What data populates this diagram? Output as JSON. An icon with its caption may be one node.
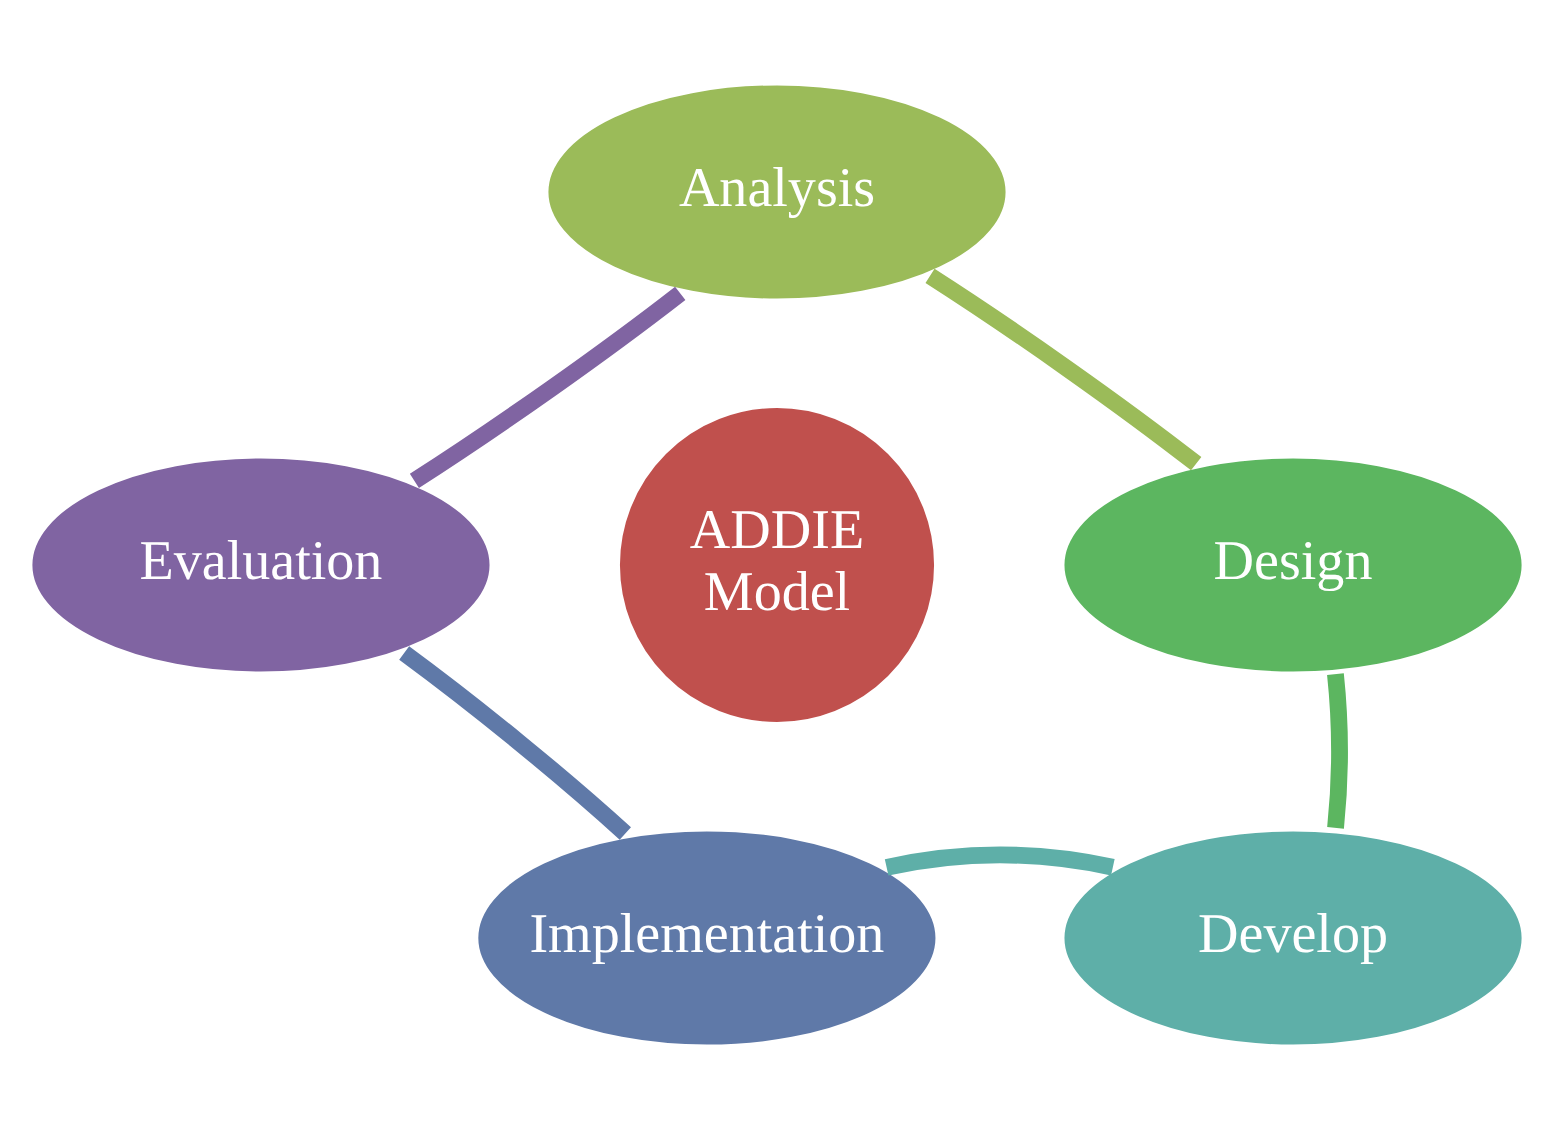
{
  "diagram": {
    "nodes": [
      {
        "text": [
          "Analysis"
        ]
      },
      {
        "text": [
          "Design"
        ]
      },
      {
        "text": [
          "Develop"
        ]
      },
      {
        "text": [
          "Implementation"
        ]
      },
      {
        "text": [
          "Evaluation"
        ]
      },
      {
        "text": [
          "ADDIE Model"
        ]
      }
    ],
    "edges": [
      {
        "from": 0,
        "to": 1,
        "arrow": "none",
        "color": "#9bbb59"
      },
      {
        "from": 1,
        "to": 2,
        "arrow": "none",
        "color": "#5cb660"
      },
      {
        "from": 2,
        "to": 3,
        "arrow": "none",
        "color": "#5eafa8"
      },
      {
        "from": 3,
        "to": 4,
        "arrow": "none",
        "color": "#5f79a8"
      },
      {
        "from": 4,
        "to": 0,
        "arrow": "none",
        "color": "#8064a2"
      }
    ]
  }
}
